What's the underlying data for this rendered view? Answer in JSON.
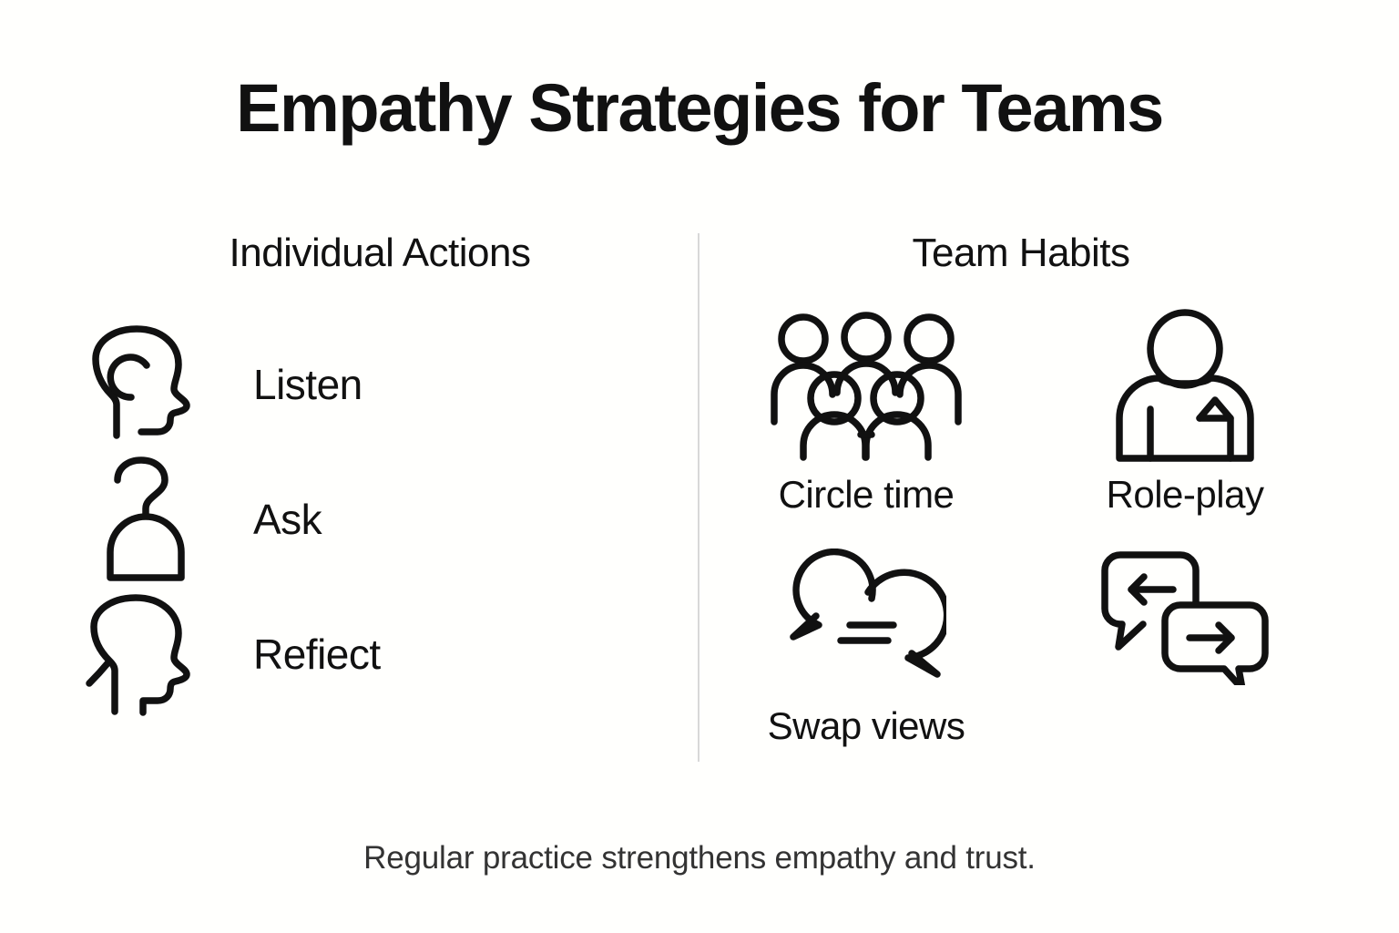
{
  "title": "Empathy Strategies for Teams",
  "colors": {
    "background": "#fffffd",
    "ink": "#111111",
    "footer_text": "#333333",
    "divider": "#d8d8d8"
  },
  "columns": {
    "left": {
      "heading": "Individual Actions",
      "items": [
        {
          "label": "Listen",
          "icon": "head-profile-ear-icon"
        },
        {
          "label": "Ask",
          "icon": "question-mark-person-icon"
        },
        {
          "label": "Refiect",
          "icon": "head-profile-icon"
        }
      ]
    },
    "right": {
      "heading": "Team Habits",
      "items": [
        {
          "label": "Circle time",
          "icon": "group-of-people-icon"
        },
        {
          "label": "Role-play",
          "icon": "person-mask-icon"
        },
        {
          "label": "Swap views",
          "icon": "two-speech-bubbles-icon"
        },
        {
          "label": "",
          "icon": "speech-bubbles-arrows-icon"
        }
      ]
    }
  },
  "footer": "Regular practice strengthens empathy and trust."
}
